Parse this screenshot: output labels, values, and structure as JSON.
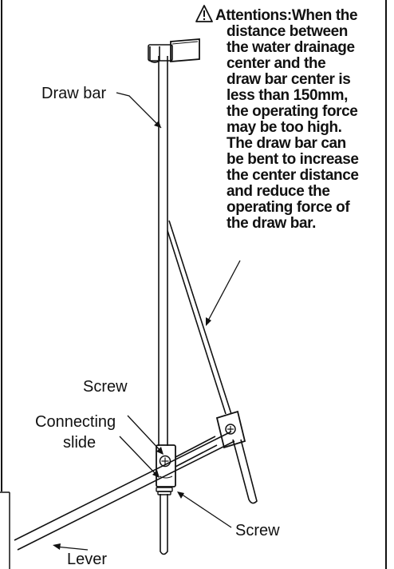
{
  "labels": {
    "draw_bar": "Draw bar",
    "screw_top": "Screw",
    "connecting_slide_1": "Connecting",
    "connecting_slide_2": "slide",
    "screw_bottom": "Screw",
    "lever": "Lever"
  },
  "attention": {
    "symbol": "⚠",
    "lines": [
      "Attentions:When the",
      "distance between",
      "the water drainage",
      "center and the",
      "draw bar center is",
      "less than 150mm,",
      "the operating force",
      "may be too high.",
      "The draw bar can",
      "be bent to increase",
      "the center distance",
      "and reduce the",
      "operating force of",
      "the draw bar."
    ]
  }
}
